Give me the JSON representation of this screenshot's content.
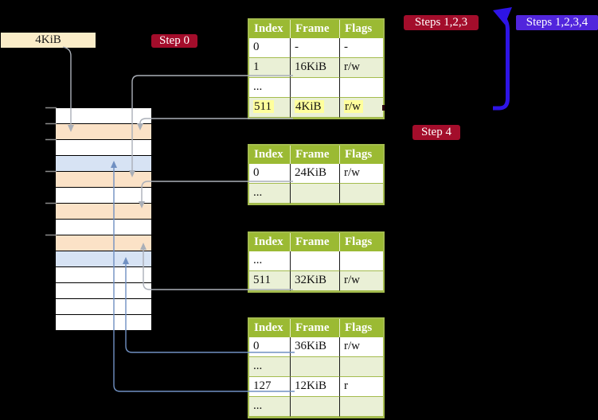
{
  "labels": {
    "page_size": "4KiB"
  },
  "badges": {
    "step0": "Step 0",
    "steps123": "Steps 1,2,3",
    "steps1234": "Steps 1,2,3,4",
    "step4": "Step 4"
  },
  "colors": {
    "background": "#000000",
    "table_header_green": "#9BBA33",
    "table_shade_green": "#EAF0D6",
    "table_border_green": "#A4BC4E",
    "highlight_yellow": "#FFFF9C",
    "page_size_label_cream": "#FAECC8",
    "memory_pagetable_orange": "#FBE2C7",
    "memory_data_blue": "#D7E3F4",
    "badge_red": "#A30D2B",
    "badge_purple": "#5125DC",
    "connector_gray": "#AAAFB8",
    "connector_blue": "#7090C2",
    "loop_arrow_blue": "#2E14E6"
  },
  "memory": {
    "rows": [
      "free",
      "pagetable",
      "free",
      "data",
      "pagetable",
      "free",
      "pagetable",
      "free",
      "pagetable",
      "data",
      "free",
      "free",
      "free",
      "free"
    ],
    "tick_row_indices": [
      0,
      1,
      2,
      4,
      6,
      8
    ]
  },
  "tables": [
    {
      "name": "page-table-1",
      "headers": [
        "Index",
        "Frame",
        "Flags"
      ],
      "rows": [
        {
          "cells": [
            "0",
            "-",
            "-"
          ],
          "shade": false,
          "highlight": false
        },
        {
          "cells": [
            "1",
            "16KiB",
            "r/w"
          ],
          "shade": true,
          "highlight": false
        },
        {
          "cells": [
            "...",
            "",
            ""
          ],
          "shade": false,
          "highlight": false
        },
        {
          "cells": [
            "511",
            "4KiB",
            "r/w"
          ],
          "shade": true,
          "highlight": true
        }
      ]
    },
    {
      "name": "page-table-2",
      "headers": [
        "Index",
        "Frame",
        "Flags"
      ],
      "rows": [
        {
          "cells": [
            "0",
            "24KiB",
            "r/w"
          ],
          "shade": false,
          "highlight": false
        },
        {
          "cells": [
            "...",
            "",
            ""
          ],
          "shade": true,
          "highlight": false
        }
      ]
    },
    {
      "name": "page-table-3",
      "headers": [
        "Index",
        "Frame",
        "Flags"
      ],
      "rows": [
        {
          "cells": [
            "...",
            "",
            ""
          ],
          "shade": false,
          "highlight": false
        },
        {
          "cells": [
            "511",
            "32KiB",
            "r/w"
          ],
          "shade": true,
          "highlight": false
        }
      ]
    },
    {
      "name": "page-table-4",
      "headers": [
        "Index",
        "Frame",
        "Flags"
      ],
      "rows": [
        {
          "cells": [
            "0",
            "36KiB",
            "r/w"
          ],
          "shade": false,
          "highlight": false
        },
        {
          "cells": [
            "...",
            "",
            ""
          ],
          "shade": true,
          "highlight": false
        },
        {
          "cells": [
            "127",
            "12KiB",
            "r"
          ],
          "shade": false,
          "highlight": false
        },
        {
          "cells": [
            "...",
            "",
            ""
          ],
          "shade": true,
          "highlight": false
        }
      ]
    }
  ]
}
